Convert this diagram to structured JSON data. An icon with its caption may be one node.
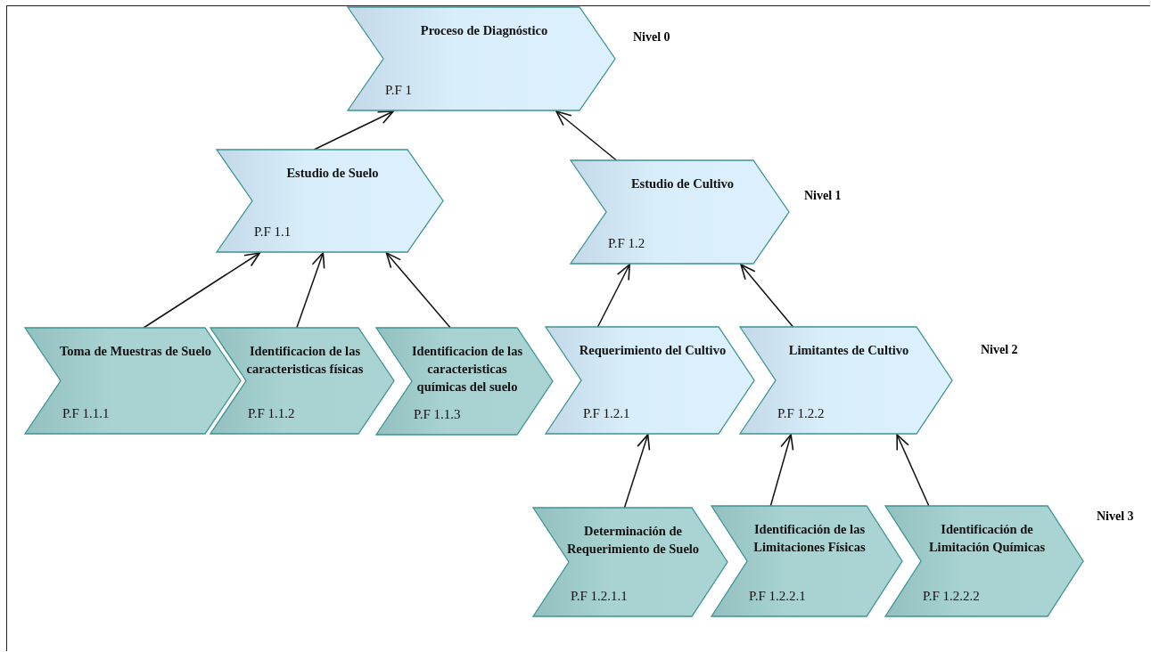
{
  "diagram": {
    "nodes": [
      {
        "text": [
          "Proceso de Diagnóstico",
          "P.F 1"
        ]
      },
      {
        "text": [
          "Estudio de Suelo",
          "P.F 1.1"
        ]
      },
      {
        "text": [
          "Estudio de Cultivo",
          "P.F 1.2"
        ]
      },
      {
        "text": [
          "Toma de Muestras de Suelo",
          "P.F 1.1.1"
        ]
      },
      {
        "text": [
          "Identificacion de las caracteristicas físicas",
          "P.F 1.1.2"
        ]
      },
      {
        "text": [
          "Identificacion de las caracteristicas químicas del suelo",
          "P.F 1.1.3"
        ]
      },
      {
        "text": [
          "Requerimiento del Cultivo",
          "P.F 1.2.1"
        ]
      },
      {
        "text": [
          "Limitantes de Cultivo",
          "P.F 1.2.2"
        ]
      },
      {
        "text": [
          "Determinación de Requerimiento de Suelo",
          "P.F 1.2.1.1"
        ]
      },
      {
        "text": [
          "Identificación de las Limitaciones Físicas",
          "P.F 1.2.2.1"
        ]
      },
      {
        "text": [
          "Identificación de Limitación Químicas",
          "P.F 1.2.2.2"
        ]
      }
    ],
    "edges": [
      {
        "from": 1,
        "to": 0,
        "arrow": "to"
      },
      {
        "from": 2,
        "to": 0,
        "arrow": "to"
      },
      {
        "from": 3,
        "to": 1,
        "arrow": "to"
      },
      {
        "from": 4,
        "to": 1,
        "arrow": "to"
      },
      {
        "from": 5,
        "to": 1,
        "arrow": "to"
      },
      {
        "from": 6,
        "to": 2,
        "arrow": "to"
      },
      {
        "from": 7,
        "to": 2,
        "arrow": "to"
      },
      {
        "from": 8,
        "to": 6,
        "arrow": "to"
      },
      {
        "from": 9,
        "to": 7,
        "arrow": "to"
      },
      {
        "from": 10,
        "to": 7,
        "arrow": "to"
      }
    ],
    "labels": [
      "Nivel 0",
      "Nivel 1",
      "Nivel 2",
      "Nivel 3"
    ]
  }
}
